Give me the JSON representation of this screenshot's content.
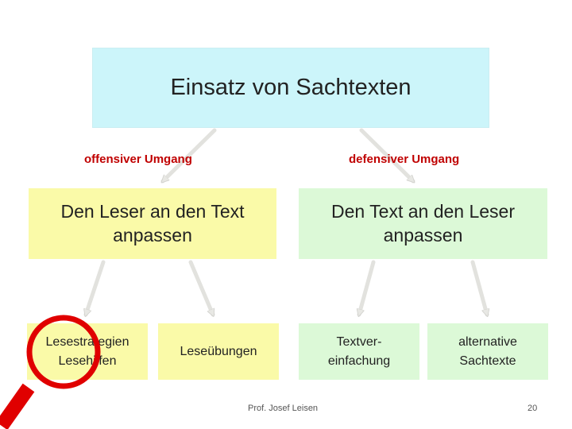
{
  "title": "Einsatz von Sachtexten",
  "branch_labels": {
    "left": "offensiver Umgang",
    "right": "defensiver Umgang"
  },
  "main_boxes": {
    "left": "Den Leser an den Text\nanpassen",
    "right": "Den Text an den Leser\nanpassen"
  },
  "leaves": {
    "one": "Lesestrategien\nLesehilfen",
    "two": "Leseübungen",
    "three": "Textver-\neinfachung",
    "four": "alternative\nSachtexte"
  },
  "footer": "Prof. Josef Leisen",
  "page_number": "20",
  "colors": {
    "title_fill": "#ccf5fa",
    "left_fill": "#fafaa8",
    "right_fill": "#dcf9d7",
    "branch_label": "#c00000",
    "magnifier": "#e00000"
  }
}
